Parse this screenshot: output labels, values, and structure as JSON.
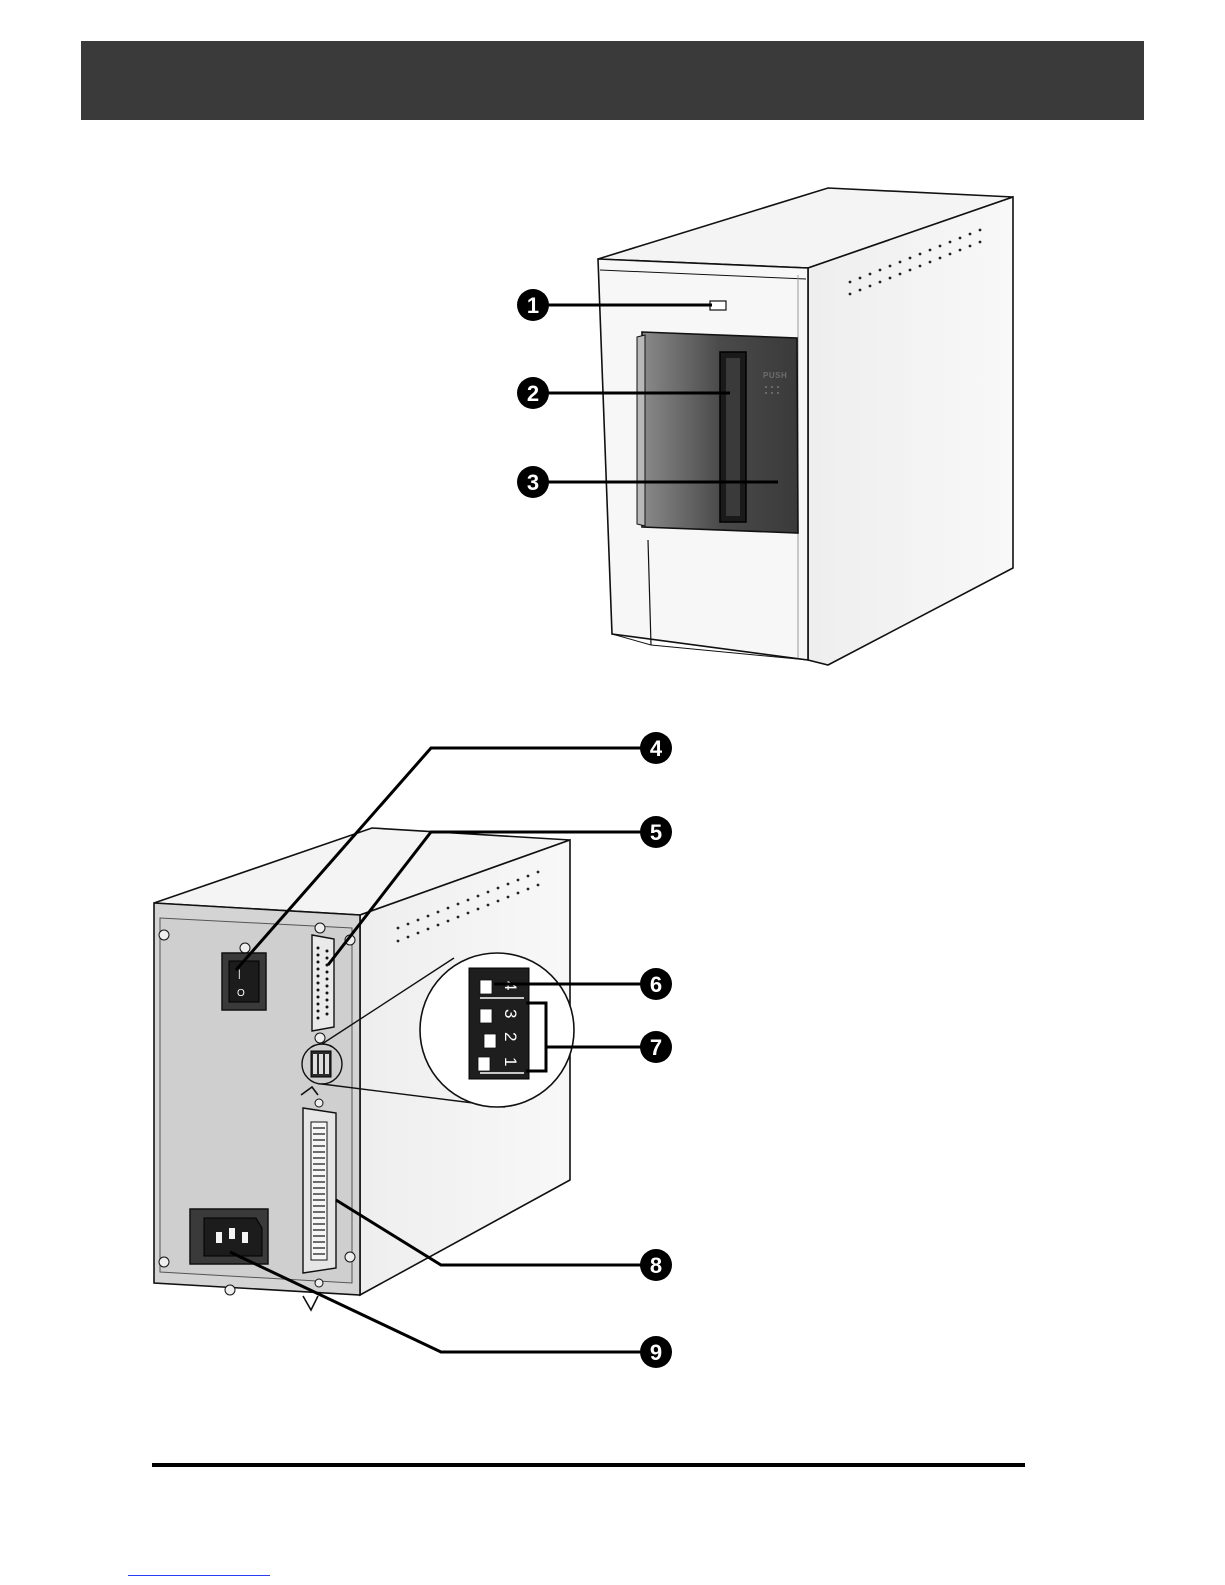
{
  "header": {
    "color": "#3a3a3a"
  },
  "front_view": {
    "push_label": "PUSH"
  },
  "rear_view": {
    "power_switch_on_mark": "|",
    "power_switch_off_mark": "O",
    "dip_switch_numbers": [
      "4",
      "3",
      "2",
      "1"
    ]
  },
  "callouts": [
    {
      "number": "1",
      "target": "indicator-lamp"
    },
    {
      "number": "2",
      "target": "film-slot"
    },
    {
      "number": "3",
      "target": "door"
    },
    {
      "number": "4",
      "target": "power-switch"
    },
    {
      "number": "5",
      "target": "d-sub-connector"
    },
    {
      "number": "6",
      "target": "dip-switch-4"
    },
    {
      "number": "7",
      "target": "dip-switches-1-3"
    },
    {
      "number": "8",
      "target": "centronics-connector"
    },
    {
      "number": "9",
      "target": "ac-socket"
    }
  ],
  "colors": {
    "rule": "#000000",
    "badge": "#000000",
    "link": "#2b3df0"
  }
}
